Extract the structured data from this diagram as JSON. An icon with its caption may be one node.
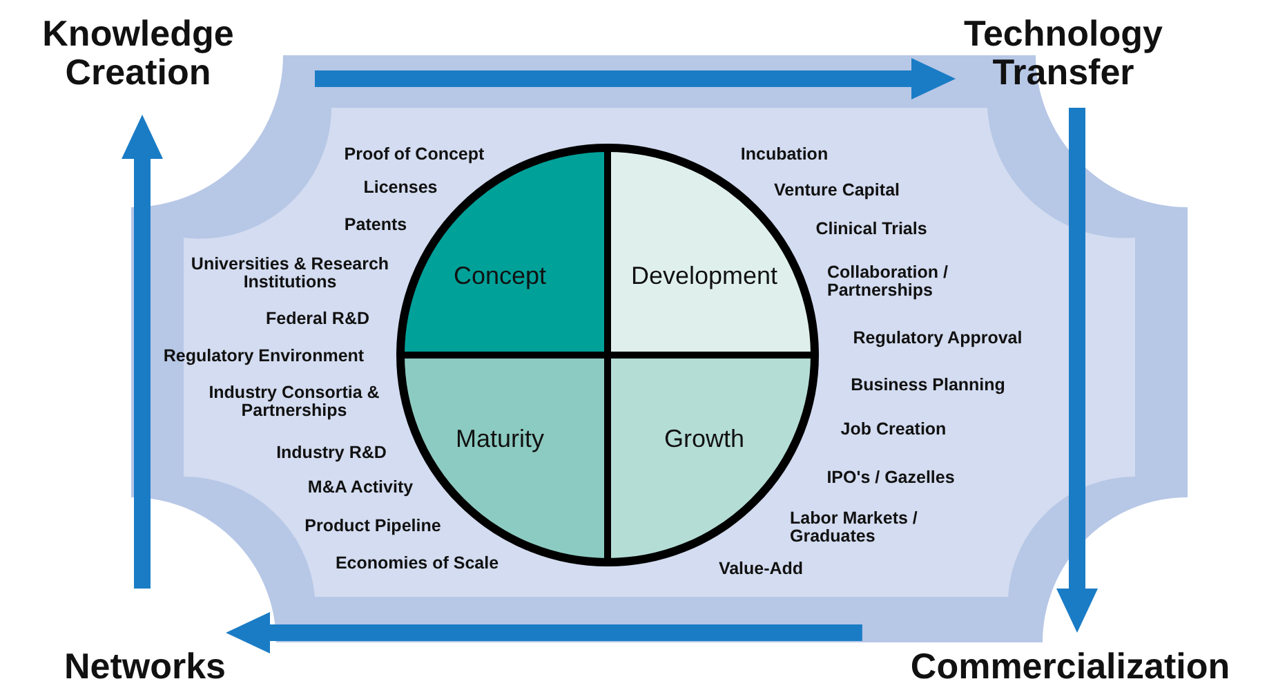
{
  "diagram": {
    "nodes": [
      {
        "text": [
          "Knowledge Creation"
        ]
      },
      {
        "text": [
          "Technology Transfer"
        ]
      },
      {
        "text": [
          "Commercialization"
        ]
      },
      {
        "text": [
          "Networks"
        ]
      },
      {
        "text": [
          "Concept"
        ]
      },
      {
        "text": [
          "Development"
        ]
      },
      {
        "text": [
          "Maturity"
        ]
      },
      {
        "text": [
          "Growth"
        ]
      }
    ],
    "edges": [
      {
        "from": 0,
        "to": 1,
        "arrow": "to"
      },
      {
        "from": 1,
        "to": 2,
        "arrow": "to"
      },
      {
        "from": 2,
        "to": 3,
        "arrow": "to"
      },
      {
        "from": 3,
        "to": 0,
        "arrow": "to"
      }
    ],
    "labels": [
      "Proof of Concept",
      "Licenses",
      "Patents",
      "Universities & Research Institutions",
      "Federal R&D",
      "Regulatory Environment",
      "Industry Consortia & Partnerships",
      "Industry R&D",
      "M&A Activity",
      "Product Pipeline",
      "Economies of Scale",
      "Incubation",
      "Venture Capital",
      "Clinical Trials",
      "Collaboration / Partnerships",
      "Regulatory Approval",
      "Business Planning",
      "Job Creation",
      "IPO's / Gazelles",
      "Labor Markets / Graduates",
      "Value-Add"
    ]
  }
}
